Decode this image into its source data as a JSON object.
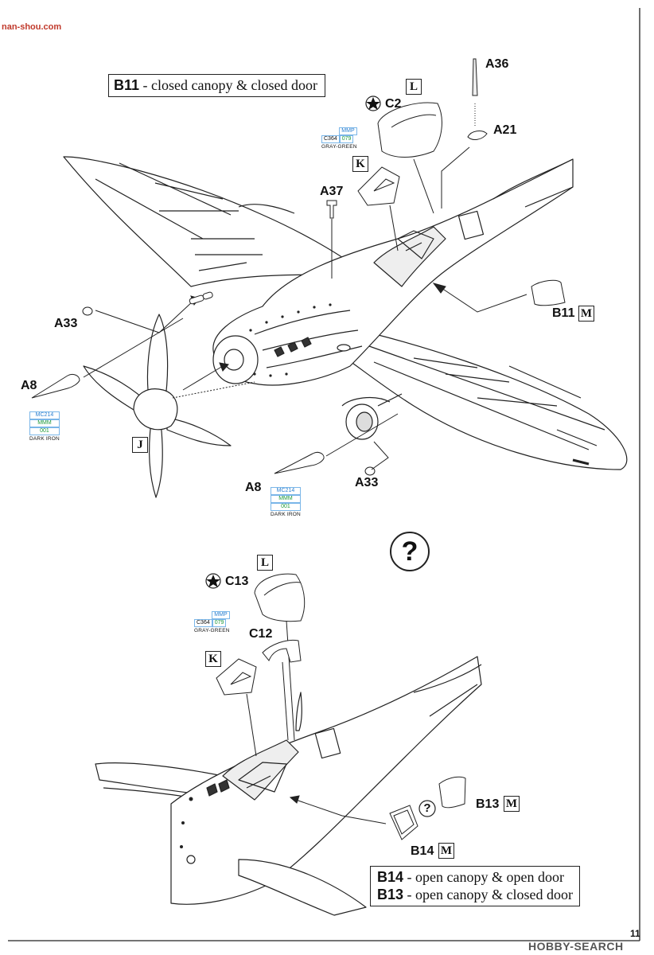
{
  "watermark": {
    "text": "nan-shou.com"
  },
  "top_step": {
    "title_code": "B11",
    "title_text": "- closed canopy & closed door",
    "labels": {
      "a36": "A36",
      "a21": "A21",
      "c2": "C2",
      "a37": "A37",
      "a33_left": "A33",
      "a8_left": "A8",
      "j": "J",
      "b11": "B11",
      "m_top": "M",
      "a8_bottom": "A8",
      "a33_bottom": "A33",
      "l_top": "L",
      "k_top": "K"
    },
    "paint_c364": {
      "brand_code": "MMP",
      "mmp_no": "079",
      "code": "C364",
      "name": "GRAY-GREEN"
    },
    "paint_mc214_left": {
      "code": "MC214",
      "line1": "MMM",
      "line2": "001",
      "name": "DARK IRON"
    },
    "paint_mc214_bottom": {
      "code": "MC214",
      "line1": "MMM",
      "line2": "001",
      "name": "DARK IRON"
    }
  },
  "question_mark": "?",
  "bottom_step": {
    "labels": {
      "l_bottom": "L",
      "c13": "C13",
      "c12": "C12",
      "k_bottom": "K",
      "b13": "B13",
      "m_b13": "M",
      "b14": "B14",
      "m_b14": "M",
      "q_small": "?"
    },
    "paint_c364": {
      "brand_code": "MMP",
      "mmp_no": "079",
      "code": "C364",
      "name": "GRAY-GREEN"
    },
    "legend": [
      {
        "code": "B14",
        "text": "- open canopy & open door"
      },
      {
        "code": "B13",
        "text": "- open canopy & closed door"
      }
    ]
  },
  "footer": {
    "brand": "HOBBY-SEARCH",
    "page": "11"
  }
}
